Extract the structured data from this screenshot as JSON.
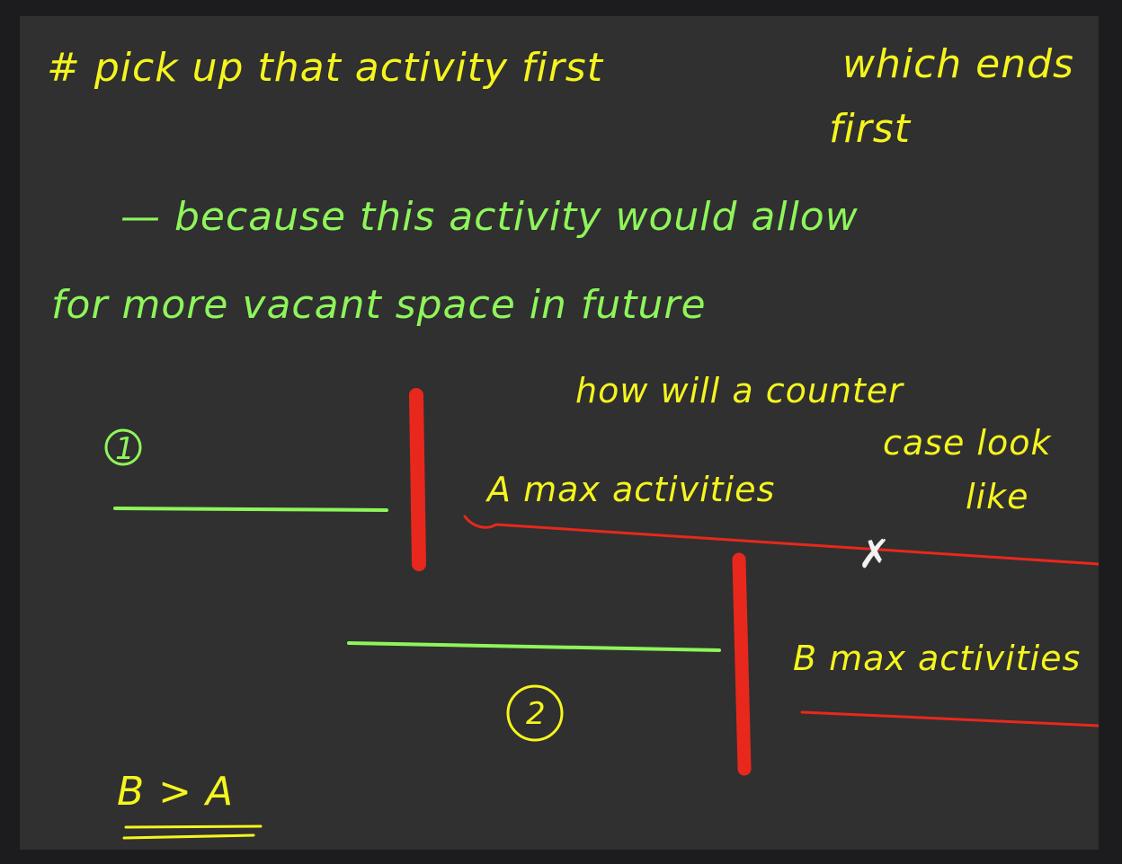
{
  "colors": {
    "frame": "#1c1c1e",
    "board": "#303030",
    "yellow_ink": "#f5f51e",
    "green_ink": "#8ef55a",
    "red_ink": "#e8281c",
    "white_ink": "#f2f2f2"
  },
  "notes": {
    "line1": "# pick up that activity first",
    "line1b": "which ends",
    "line1c": "first",
    "line2": "— because this activity would allow",
    "line3": "for more vacant space in future",
    "question1": "how will a counter",
    "question2": "case look",
    "question3": "like",
    "label_one": "1",
    "label_a": "A max activities",
    "label_b": "B max activities",
    "label_two": "2",
    "compare": "B > A",
    "cross": "✗"
  }
}
